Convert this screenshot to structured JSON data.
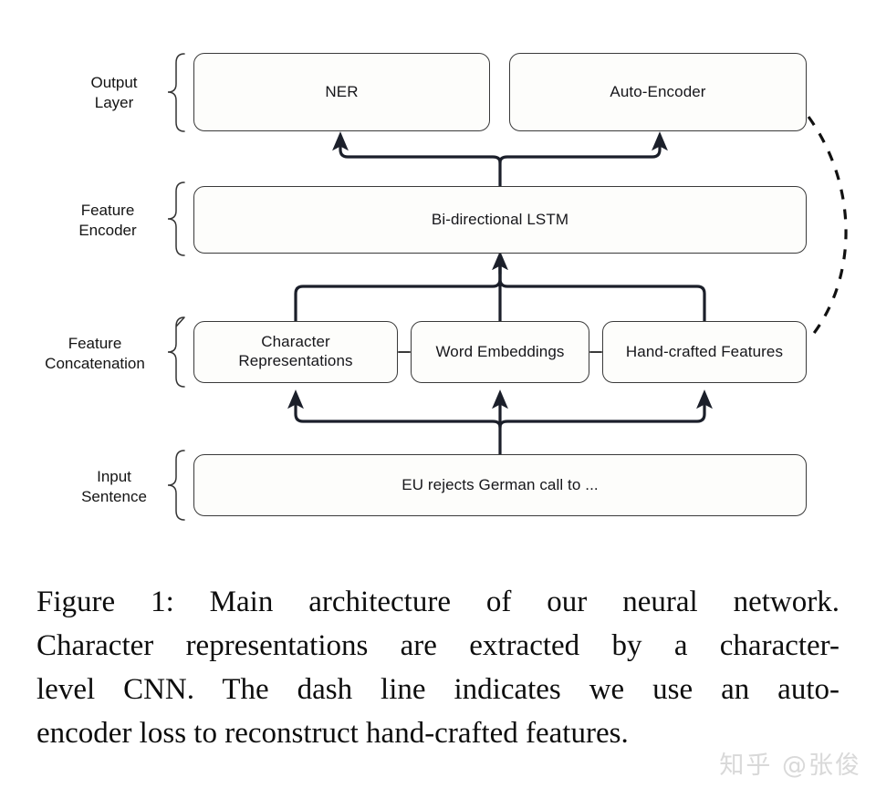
{
  "figure": {
    "groups": [
      {
        "id": "output-layer",
        "line1": "Output",
        "line2": "Layer"
      },
      {
        "id": "feature-encoder",
        "line1": "Feature",
        "line2": "Encoder"
      },
      {
        "id": "feature-concatenation",
        "line1": "Feature",
        "line2": "Concatenation"
      },
      {
        "id": "input-sentence",
        "line1": "Input",
        "line2": "Sentence"
      }
    ],
    "nodes": {
      "ner": "NER",
      "auto_encoder": "Auto-Encoder",
      "bilstm": "Bi-directional LSTM",
      "character_representations_line1": "Character",
      "character_representations_line2": "Representations",
      "word_embeddings": "Word Embeddings",
      "hand_crafted_features": "Hand-crafted Features",
      "input_sentence": "EU rejects German call to ..."
    },
    "edges": {
      "dashed_note": "auto-encoder reconstruction loss to hand-crafted features"
    },
    "colors": {
      "stroke": "#3a3a3a",
      "arrow": "#1b1f2a",
      "box_fill": "#fdfdfb",
      "background": "#ffffff",
      "dashed": "#111111"
    }
  },
  "caption": {
    "line1": "Figure 1:  Main architecture of our neural network.",
    "line2": "Character representations are extracted by a character-",
    "line3": "level CNN. The dash line indicates we use an auto-",
    "line4": "encoder loss to reconstruct hand-crafted features."
  },
  "watermark": {
    "text": "知乎 @张俊"
  }
}
